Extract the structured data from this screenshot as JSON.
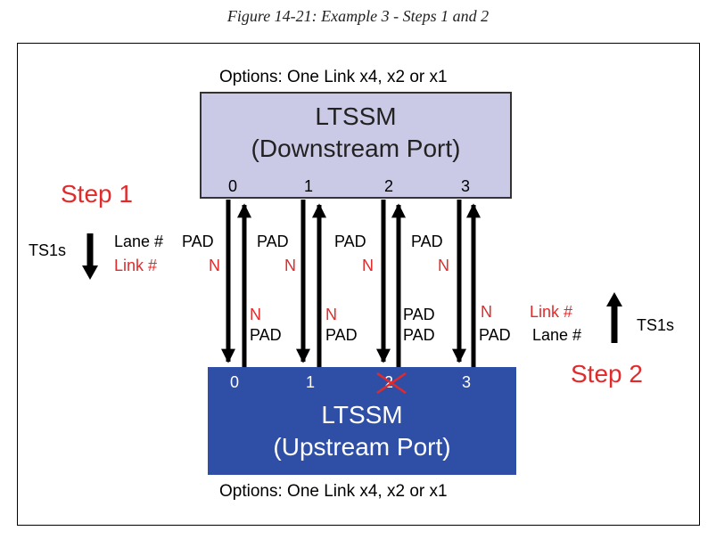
{
  "caption": "Figure 14-21: Example 3 - Steps 1 and 2",
  "options_top": "Options: One Link x4, x2 or x1",
  "options_bottom": "Options: One Link x4, x2 or x1",
  "downstream": {
    "title_line1": "LTSSM",
    "title_line2": "(Downstream Port)",
    "lanes": [
      "0",
      "1",
      "2",
      "3"
    ]
  },
  "upstream": {
    "title_line1": "LTSSM",
    "title_line2": "(Upstream Port)",
    "lanes": [
      "0",
      "1",
      "2",
      "3"
    ]
  },
  "step1": {
    "label": "Step 1",
    "ts": "TS1s",
    "lane_label": "Lane #",
    "link_label": "Link #",
    "lanes": [
      "PAD",
      "PAD",
      "PAD",
      "PAD"
    ],
    "links": [
      "N",
      "N",
      "N",
      "N"
    ]
  },
  "step2": {
    "label": "Step 2",
    "ts": "TS1s",
    "lane_label": "Lane #",
    "link_label": "Link #",
    "lanes": [
      "PAD",
      "PAD",
      "PAD",
      "PAD"
    ],
    "links": [
      "N",
      "N",
      "PAD",
      "N"
    ]
  },
  "colors": {
    "accent_red": "#e32a2a",
    "downstream_fill": "#cac9e6",
    "upstream_fill": "#2f4fa7",
    "failed_lane_mark": "#e32a2a"
  },
  "failed_upstream_lane": "2"
}
